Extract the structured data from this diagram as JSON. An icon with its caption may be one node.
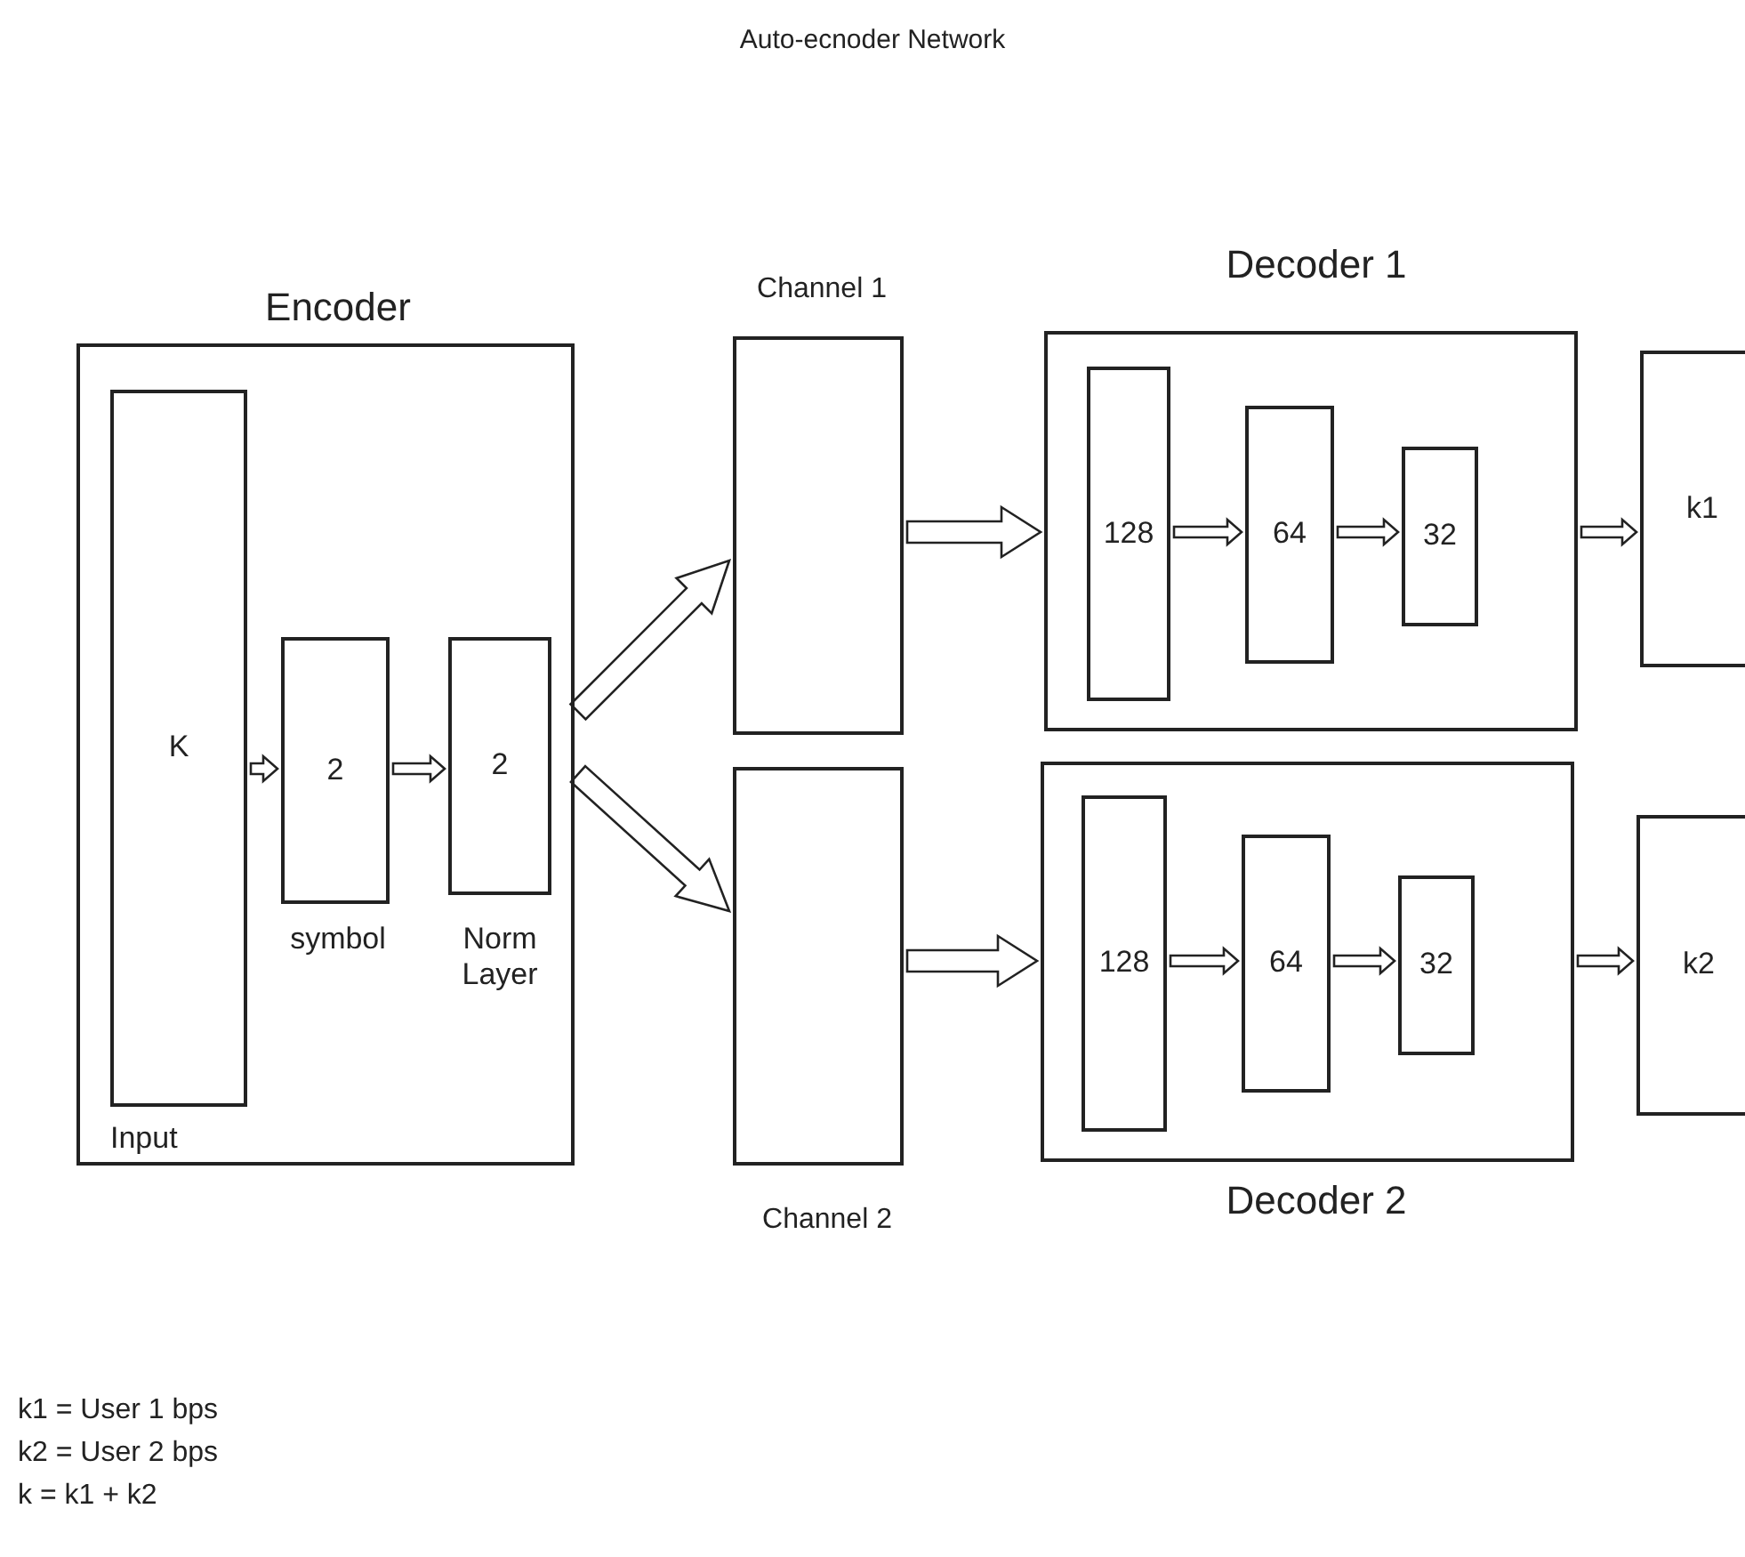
{
  "diagram": {
    "title": "Auto-ecnoder Network",
    "nodes": [
      {
        "text": [
          "Encoder"
        ]
      },
      {
        "text": [
          "K"
        ],
        "in": 0,
        "beside": [
          "Input"
        ]
      },
      {
        "text": [
          "2"
        ],
        "in": 0,
        "beside": [
          "symbol"
        ]
      },
      {
        "text": [
          "2"
        ],
        "in": 0,
        "beside": [
          "Norm Layer"
        ]
      },
      {
        "text": [
          "Channel 1"
        ]
      },
      {
        "text": [
          "Channel 2"
        ]
      },
      {
        "text": [
          "Decoder 1"
        ]
      },
      {
        "text": [
          "128"
        ],
        "in": 6
      },
      {
        "text": [
          "64"
        ],
        "in": 6
      },
      {
        "text": [
          "32"
        ],
        "in": 6
      },
      {
        "text": [
          "k1"
        ]
      },
      {
        "text": [
          "Decoder 2"
        ]
      },
      {
        "text": [
          "128"
        ],
        "in": 11
      },
      {
        "text": [
          "64"
        ],
        "in": 11
      },
      {
        "text": [
          "32"
        ],
        "in": 11
      },
      {
        "text": [
          "k2"
        ]
      }
    ],
    "edges": [
      {
        "from": 1,
        "to": 2,
        "arrow": "to"
      },
      {
        "from": 2,
        "to": 3,
        "arrow": "to"
      },
      {
        "from": 0,
        "to": 4,
        "arrow": "to"
      },
      {
        "from": 0,
        "to": 5,
        "arrow": "to"
      },
      {
        "from": 4,
        "to": 6,
        "arrow": "to"
      },
      {
        "from": 7,
        "to": 8,
        "arrow": "to"
      },
      {
        "from": 8,
        "to": 9,
        "arrow": "to"
      },
      {
        "from": 6,
        "to": 10,
        "arrow": "to"
      },
      {
        "from": 5,
        "to": 11,
        "arrow": "to"
      },
      {
        "from": 12,
        "to": 13,
        "arrow": "to"
      },
      {
        "from": 13,
        "to": 14,
        "arrow": "to"
      },
      {
        "from": 11,
        "to": 15,
        "arrow": "to"
      }
    ],
    "labels": [
      "k1 = User 1 bps",
      "k2 = User 2 bps",
      "k = k1 + k2"
    ]
  }
}
